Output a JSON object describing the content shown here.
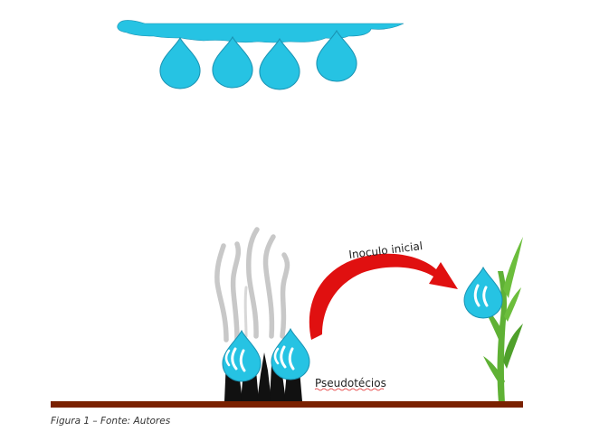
{
  "diagram": {
    "labels": {
      "inoculo": "Inoculo inicial",
      "pseudotecios": "Pseudotécios"
    },
    "caption": "Figura 1 – Fonte: Autores"
  },
  "colors": {
    "water": "#26c3e3",
    "water_stroke": "#1a93b3",
    "arrow_red": "#e01010",
    "soil": "#7a2100",
    "plant_green": "#5fb135",
    "pseudothecia_black": "#111111",
    "spore_gray": "#c8c8c8",
    "spore_gray_dark": "#b5b5b5"
  },
  "icons": {
    "cloud": "cloud-icon",
    "raindrop": "raindrop-icon",
    "arrow": "curved-arrow-icon",
    "plant": "plant-icon"
  }
}
